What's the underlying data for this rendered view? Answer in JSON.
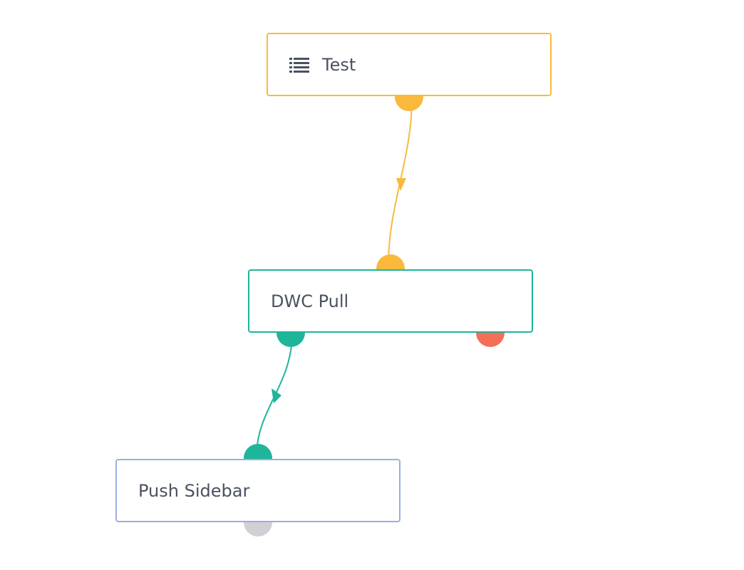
{
  "colors": {
    "trigger": "#fab93c",
    "success": "#1fb59a",
    "error": "#f56e57",
    "push_border": "#9aaee0",
    "idle_port": "#d2d0d4",
    "text": "#4a5260"
  },
  "nodes": [
    {
      "id": "test",
      "label": "Test",
      "icon": "list-icon",
      "type": "trigger"
    },
    {
      "id": "dwc",
      "label": "DWC Pull",
      "type": "action"
    },
    {
      "id": "push",
      "label": "Push Sidebar",
      "type": "action"
    }
  ],
  "edges": [
    {
      "from": "test",
      "to": "dwc",
      "kind": "trigger"
    },
    {
      "from": "dwc",
      "to": "push",
      "kind": "success"
    }
  ]
}
